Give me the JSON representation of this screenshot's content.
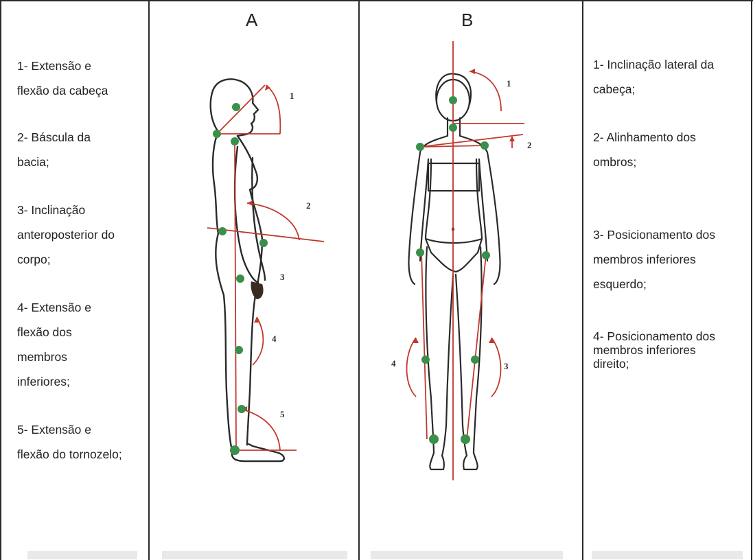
{
  "columns": {
    "a_label": "A",
    "b_label": "B"
  },
  "left_items": [
    {
      "line1": "1- Extensão e",
      "line2": "flexão da cabeça"
    },
    {
      "line1": "2- Báscula da",
      "line2": "bacia;"
    },
    {
      "line1": "3- Inclinação",
      "line2": "anteroposterior do",
      "line3": "corpo;"
    },
    {
      "line1": "4- Extensão e",
      "line2": "flexão dos",
      "line3": "membros",
      "line4": "inferiores;"
    },
    {
      "line1": "5- Extensão e",
      "line2": "flexão do tornozelo;"
    }
  ],
  "right_items": [
    {
      "line1": "1- Inclinação lateral da",
      "line2": "cabeça;"
    },
    {
      "line1": "2- Alinhamento dos",
      "line2": "ombros;"
    },
    {
      "line1": "3- Posicionamento dos",
      "line2": "membros inferiores",
      "line3": "esquerdo;"
    },
    {
      "line1": "4- Posicionamento dos",
      "line2": "membros inferiores",
      "line3": "direito;"
    }
  ],
  "figure_a_numbers": [
    "1",
    "2",
    "3",
    "4",
    "5"
  ],
  "figure_b_numbers": [
    "1",
    "2",
    "3",
    "4"
  ],
  "colors": {
    "outline": "#2a2a2a",
    "reference_line": "#c0392b",
    "landmark": "#3a8f4a"
  }
}
